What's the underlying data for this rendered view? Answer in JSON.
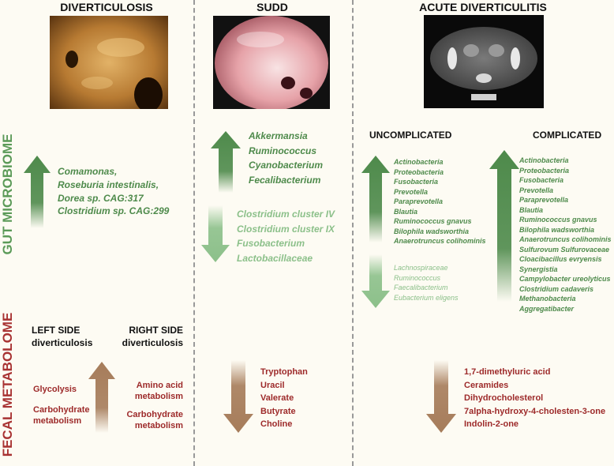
{
  "columns": {
    "diverticulosis": "DIVERTICULOSIS",
    "sudd": "SUDD",
    "acute": "ACUTE DIVERTICULITIS"
  },
  "rows": {
    "microbiome": "GUT MICROBIOME",
    "metabolome": "FECAL METABOLOME"
  },
  "diverticulosis": {
    "microbiome_up": [
      "Comamonas,",
      "Roseburia intestinalis,",
      "Dorea sp. CAG:317",
      "Clostridium sp. CAG:299"
    ],
    "left_title": [
      "LEFT SIDE",
      "diverticulosis"
    ],
    "right_title": [
      "RIGHT SIDE",
      "diverticulosis"
    ],
    "left_items": [
      "Glycolysis",
      "Carbohydrate metabolism"
    ],
    "right_items": [
      "Amino acid metabolism",
      "Carbohydrate metabolism"
    ]
  },
  "sudd": {
    "microbiome_up": [
      "Akkermansia",
      "Ruminococcus",
      "Cyanobacterium",
      "Fecalibacterium"
    ],
    "microbiome_down": [
      "Clostridium cluster IV",
      "Clostridium cluster IX",
      "Fusobacterium",
      "Lactobacillaceae"
    ],
    "metabolome_down": [
      "Tryptophan",
      "Uracil",
      "Valerate",
      "Butyrate",
      "Choline"
    ]
  },
  "acute": {
    "uncomplicated_title": "UNCOMPLICATED",
    "complicated_title": "COMPLICATED",
    "uncomplicated_up": [
      "Actinobacteria",
      "Proteobacteria",
      "Fusobacteria",
      "Prevotella",
      "Paraprevotella",
      "Blautia",
      "Ruminococcus gnavus",
      "Bilophila wadsworthia",
      "Anaerotruncus colihominis"
    ],
    "uncomplicated_down": [
      "Lachnospiraceae",
      "Ruminococcus",
      "Faecalibacterium",
      "Eubacterium eligens"
    ],
    "complicated_up": [
      "Actinobacteria",
      "Proteobacteria",
      "Fusobacteria",
      "Prevotella",
      "Paraprevotella",
      "Blautia",
      "Ruminococcus gnavus",
      "Bilophila wadsworthia",
      "Anaerotruncus colihominis",
      "Sulfurovum Sulfurovaceae",
      "Cloacibacillus evryensis",
      "Synergistia",
      "Campylobacter ureolyticus",
      "Clostridium cadaveris",
      "Methanobacteria",
      "Aggregatibacter"
    ],
    "metabolome_down": [
      "1,7-dimethyluric acid",
      "Ceramides",
      "Dihydrocholesterol",
      "7alpha-hydroxy-4-cholesten-3-one",
      "Indolin-2-one"
    ]
  },
  "colors": {
    "green_dark": "#4e8a4b",
    "green_light": "#8cc08a",
    "brown": "#a67c5a",
    "red": "#9d2a2a"
  }
}
